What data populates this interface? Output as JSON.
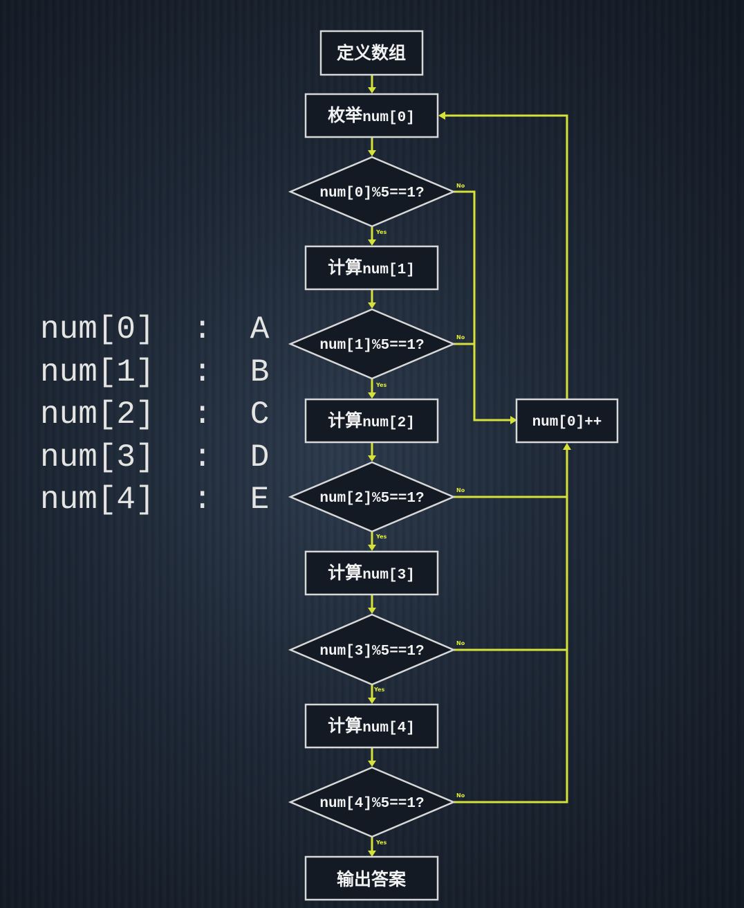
{
  "legend": [
    {
      "var": "num[0]",
      "sep": ":",
      "letter": "A"
    },
    {
      "var": "num[1]",
      "sep": ":",
      "letter": "B"
    },
    {
      "var": "num[2]",
      "sep": ":",
      "letter": "C"
    },
    {
      "var": "num[3]",
      "sep": ":",
      "letter": "D"
    },
    {
      "var": "num[4]",
      "sep": ":",
      "letter": "E"
    }
  ],
  "flowchart": {
    "start": {
      "zh": "定义数组"
    },
    "enumerate": {
      "zh": "枚举",
      "code": "num[0]"
    },
    "increment": {
      "code": "num[0]++"
    },
    "output": {
      "zh": "输出答案"
    },
    "steps": [
      {
        "decision": "num[0]%5==1?",
        "compute_zh": "计算",
        "compute_code": "num[1]"
      },
      {
        "decision": "num[1]%5==1?",
        "compute_zh": "计算",
        "compute_code": "num[2]"
      },
      {
        "decision": "num[2]%5==1?",
        "compute_zh": "计算",
        "compute_code": "num[3]"
      },
      {
        "decision": "num[3]%5==1?",
        "compute_zh": "计算",
        "compute_code": "num[4]"
      },
      {
        "decision": "num[4]%5==1?"
      }
    ],
    "yes_label": "Yes",
    "no_label": "No"
  },
  "colors": {
    "connector": "#d6e23a",
    "shape_stroke": "#d8d8d8",
    "text": "#f2f2f2"
  }
}
